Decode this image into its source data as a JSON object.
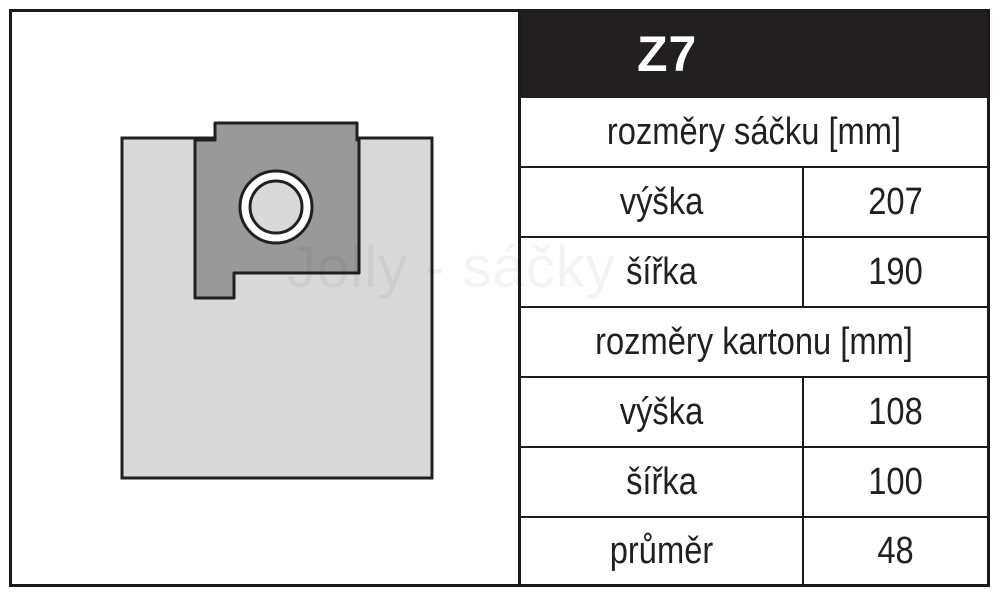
{
  "product": {
    "code": "Z7",
    "watermark": "Jolly - sáčky"
  },
  "bag_dimensions": {
    "heading": "rozměry sáčku [mm]",
    "rows": [
      {
        "label": "výška",
        "value": "207"
      },
      {
        "label": "šířka",
        "value": "190"
      }
    ]
  },
  "carton_dimensions": {
    "heading": "rozměry kartonu [mm]",
    "rows": [
      {
        "label": "výška",
        "value": "108"
      },
      {
        "label": "šířka",
        "value": "100"
      },
      {
        "label": "průměr",
        "value": "48"
      }
    ]
  },
  "colors": {
    "bag_paper": "#d9d9d9",
    "carton_plate": "#999999",
    "outline": "#231f20",
    "header_background": "#231f20",
    "header_text": "#ffffff"
  }
}
